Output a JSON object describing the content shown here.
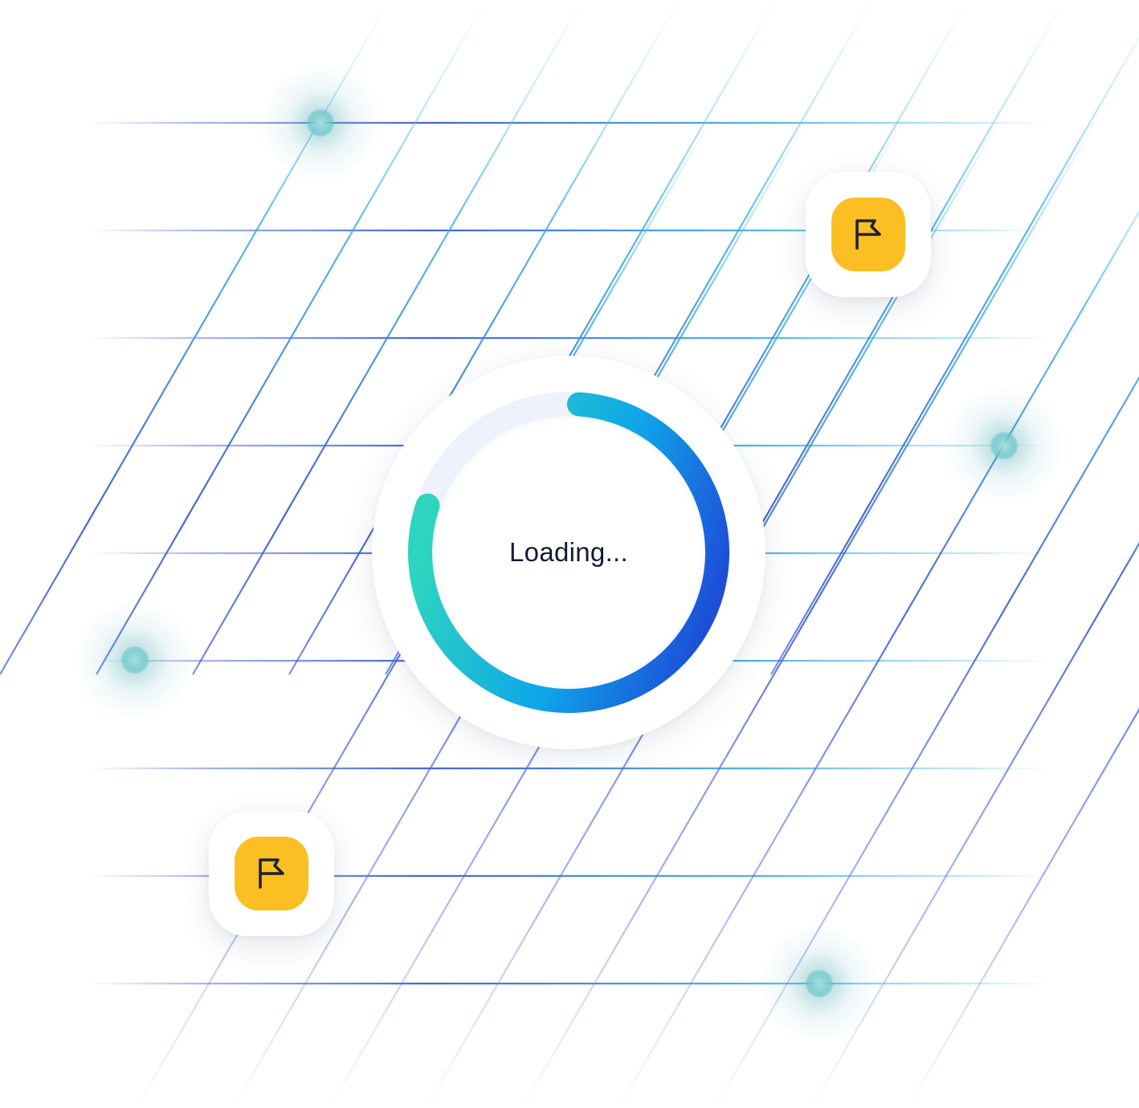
{
  "status": {
    "label": "Loading...",
    "progress_percent": 79
  },
  "flags": [
    {
      "name": "flag-badge-top-right",
      "icon": "flag-icon"
    },
    {
      "name": "flag-badge-bottom-left",
      "icon": "flag-icon"
    }
  ],
  "colors": {
    "flag_fill": "#fbbf24",
    "flag_stroke": "#1e2133",
    "ring_start": "#2dd4bf",
    "ring_mid": "#0ea5e9",
    "ring_end": "#1d4ed8",
    "ring_track": "#edf2fd",
    "grid_blue": "#3b5bd6",
    "grid_cyan": "#38bdf8",
    "glow": "#3aa7a8"
  }
}
